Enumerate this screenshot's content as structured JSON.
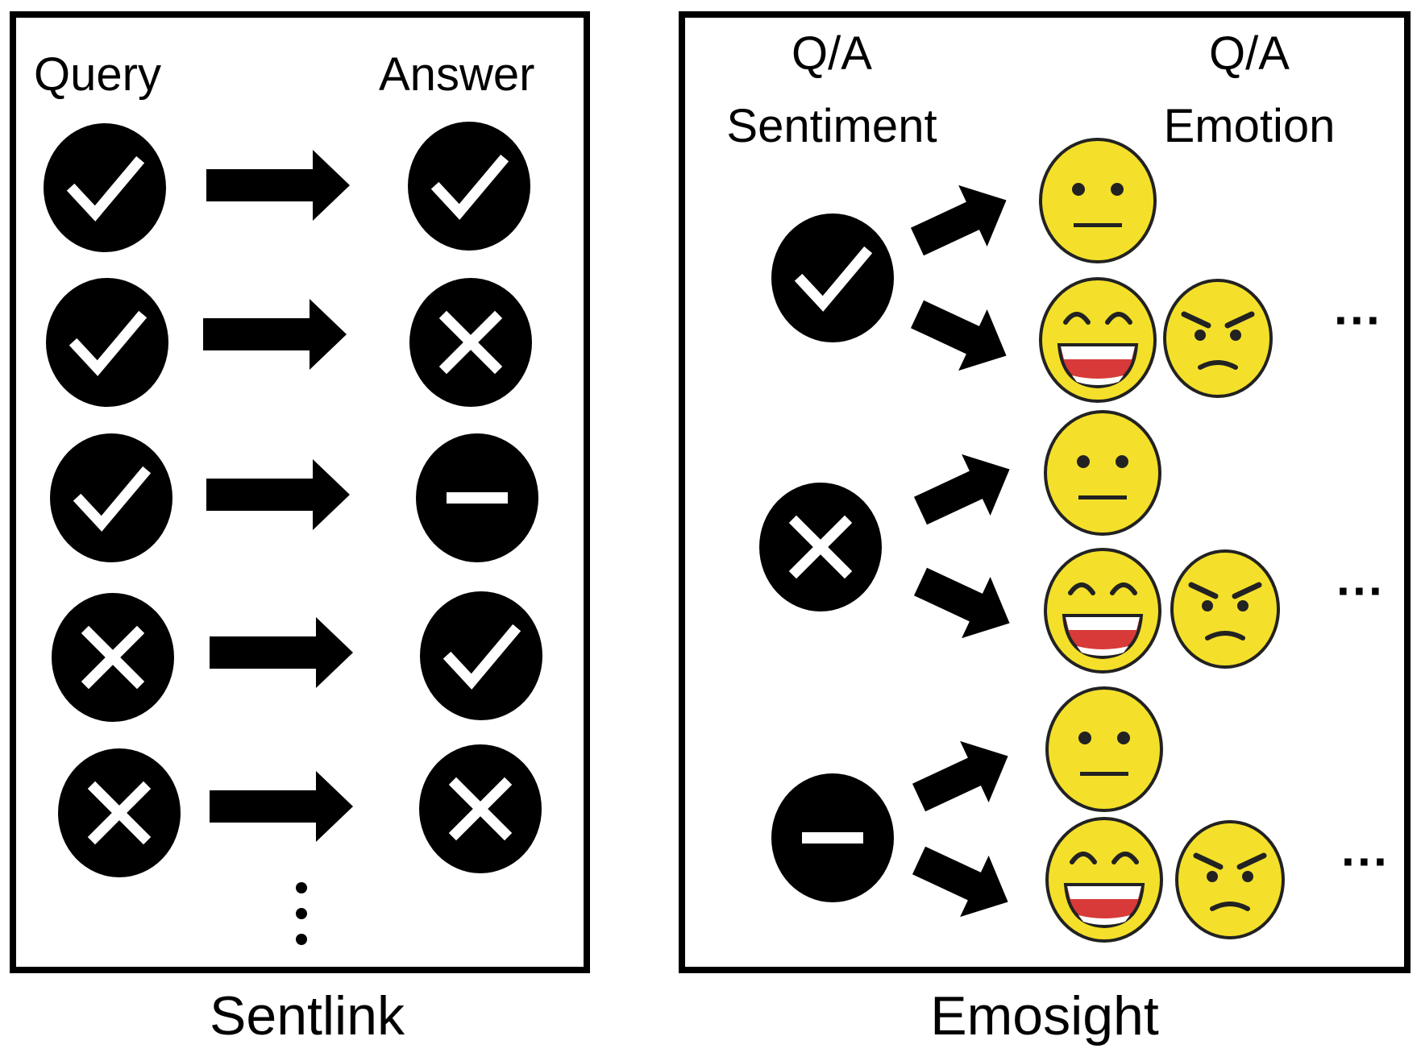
{
  "sentlink": {
    "header_left": "Query",
    "header_right": "Answer",
    "caption": "Sentlink",
    "rows": [
      {
        "query": "positive",
        "answer": "positive"
      },
      {
        "query": "positive",
        "answer": "negative"
      },
      {
        "query": "positive",
        "answer": "neutral"
      },
      {
        "query": "negative",
        "answer": "positive"
      },
      {
        "query": "negative",
        "answer": "negative"
      }
    ]
  },
  "emosight": {
    "header_left_line1": "Q/A",
    "header_left_line2": "Sentiment",
    "header_right_line1": "Q/A",
    "header_right_line2": "Emotion",
    "caption": "Emosight",
    "groups": [
      {
        "sentiment": "positive",
        "emotions_top": [
          "neutral-face"
        ],
        "emotions_bottom": [
          "grinning-face",
          "angry-face"
        ],
        "more": "···"
      },
      {
        "sentiment": "negative",
        "emotions_top": [
          "neutral-face"
        ],
        "emotions_bottom": [
          "grinning-face",
          "angry-face"
        ],
        "more": "···"
      },
      {
        "sentiment": "neutral",
        "emotions_top": [
          "neutral-face"
        ],
        "emotions_bottom": [
          "grinning-face",
          "angry-face"
        ],
        "more": "···"
      }
    ]
  },
  "colors": {
    "ink": "#000000",
    "emoji_yellow": "#F4E02A",
    "mouth_red": "#D83A3A"
  }
}
